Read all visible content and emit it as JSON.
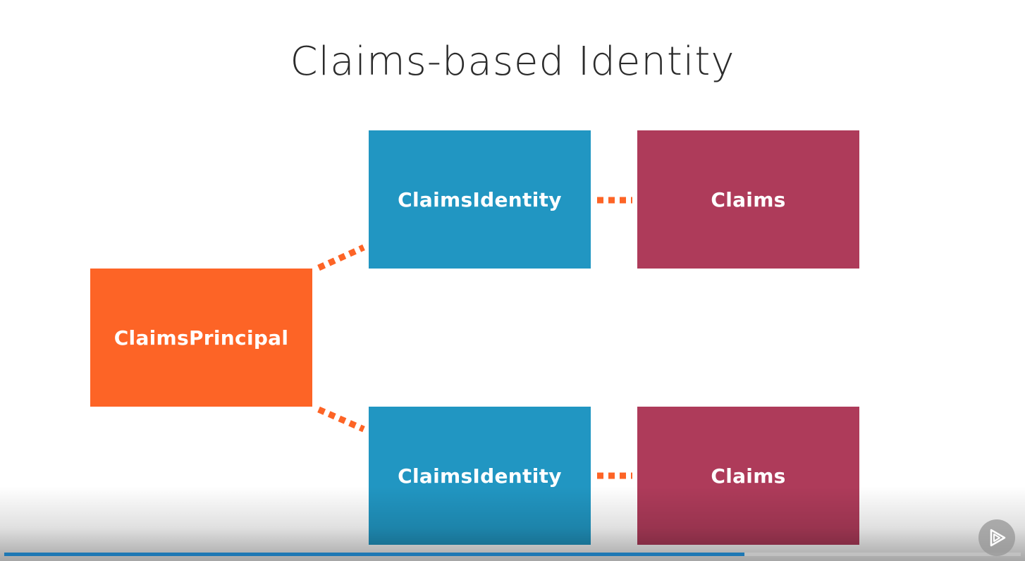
{
  "slide": {
    "title": "Claims-based Identity"
  },
  "diagram": {
    "principal": {
      "label": "ClaimsPrincipal",
      "color": "#fd6426"
    },
    "identities": [
      {
        "label": "ClaimsIdentity",
        "color": "#2196c2"
      },
      {
        "label": "ClaimsIdentity",
        "color": "#2196c2"
      }
    ],
    "claims": [
      {
        "label": "Claims",
        "color": "#ae3b5a"
      },
      {
        "label": "Claims",
        "color": "#ae3b5a"
      }
    ],
    "connector_color": "#fd6426"
  },
  "player": {
    "progress_fraction": 0.728,
    "logo_icon": "pluralsight-play-icon"
  }
}
